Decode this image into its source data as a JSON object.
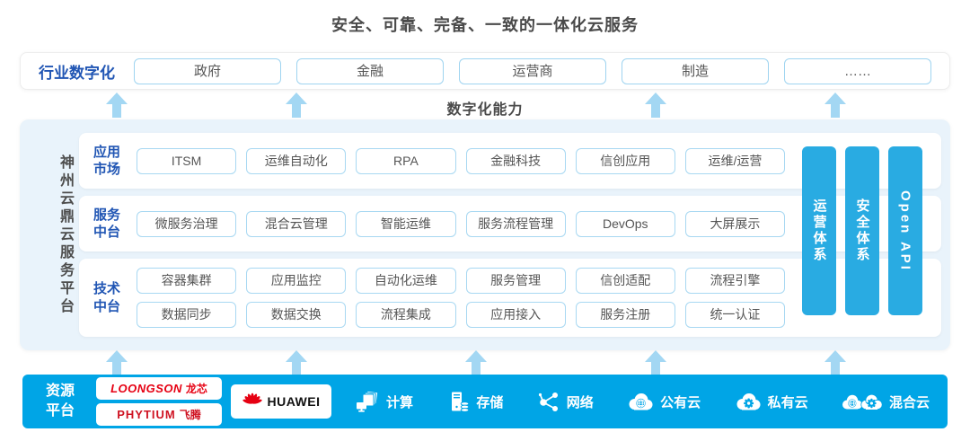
{
  "title": "安全、可靠、完备、一致的一体化云服务",
  "capability_label": "数字化能力",
  "industry": {
    "label": "行业数字化",
    "items": [
      "政府",
      "金融",
      "运营商",
      "制造",
      "……"
    ]
  },
  "platform": {
    "name": "神州云鼎云服务平台",
    "sections": [
      {
        "label": "应用市场",
        "rows": [
          [
            "ITSM",
            "运维自动化",
            "RPA",
            "金融科技",
            "信创应用",
            "运维/运营"
          ]
        ]
      },
      {
        "label": "服务中台",
        "rows": [
          [
            "微服务治理",
            "混合云管理",
            "智能运维",
            "服务流程管理",
            "DevOps",
            "大屏展示"
          ]
        ]
      },
      {
        "label": "技术中台",
        "rows": [
          [
            "容器集群",
            "应用监控",
            "自动化运维",
            "服务管理",
            "信创适配",
            "流程引擎"
          ],
          [
            "数据同步",
            "数据交换",
            "流程集成",
            "应用接入",
            "服务注册",
            "统一认证"
          ]
        ]
      }
    ],
    "side_bars": [
      "运营体系",
      "安全体系",
      "Open API"
    ]
  },
  "resource": {
    "label": "资源平台",
    "vendors": {
      "loongson": "LOONGSON",
      "loongson_cn": "龙芯",
      "phytium": "PHYTIUM",
      "phytium_cn": "飞腾",
      "huawei": "HUAWEI"
    },
    "items": [
      {
        "icon": "compute-icon",
        "label": "计算"
      },
      {
        "icon": "storage-icon",
        "label": "存储"
      },
      {
        "icon": "network-icon",
        "label": "网络"
      },
      {
        "icon": "public-cloud-icon",
        "label": "公有云"
      },
      {
        "icon": "private-cloud-icon",
        "label": "私有云"
      },
      {
        "icon": "hybrid-cloud-icon",
        "label": "混合云"
      }
    ]
  },
  "colors": {
    "heading_blue": "#2156b4",
    "chip_border": "#a8d8f2",
    "arrow_blue": "#a3d7f3",
    "main_box_bg": "#e9f3fb",
    "side_bar_blue": "#29abe2",
    "resource_bar_blue": "#00a5e6",
    "logo_red": "#e60012"
  }
}
